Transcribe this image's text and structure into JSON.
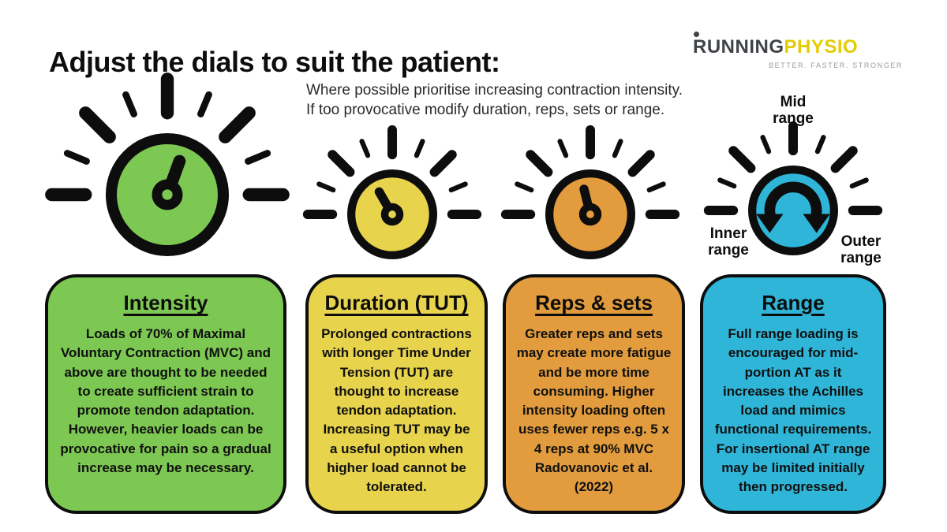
{
  "title": "Adjust the dials to suit the patient:",
  "subtitle": {
    "line1": "Where possible prioritise increasing contraction intensity.",
    "line2": "If too provocative modify duration, reps, sets or range."
  },
  "logo": {
    "brand_part1": "RUNNING",
    "brand_part2": "PHYSIO",
    "tagline": "BETTER. FASTER. STRONGER"
  },
  "palette": {
    "green": "#7CC852",
    "yellow": "#E7D34C",
    "orange": "#E29C3E",
    "blue": "#2FB5D8",
    "ink": "#0D0D0D",
    "logo_gray": "#3F4347",
    "logo_yellow": "#E3CC00",
    "tagline_gray": "#9B9B9B"
  },
  "dials": [
    {
      "name": "intensity-dial",
      "color": "#7CC852",
      "type": "needle",
      "needle_angle_deg_from_vertical": 20
    },
    {
      "name": "duration-dial",
      "color": "#E7D34C",
      "type": "needle",
      "needle_angle_deg_from_vertical": -30
    },
    {
      "name": "reps-sets-dial",
      "color": "#E29C3E",
      "type": "needle",
      "needle_angle_deg_from_vertical": -14
    },
    {
      "name": "range-dial",
      "color": "#2FB5D8",
      "type": "double-arrow"
    }
  ],
  "range_labels": {
    "mid": [
      "Mid",
      "range"
    ],
    "inner": [
      "Inner",
      "range"
    ],
    "outer": [
      "Outer",
      "range"
    ]
  },
  "cards": [
    {
      "heading": "Intensity",
      "color": "#7CC852",
      "body": "Loads of 70% of Maximal Voluntary Contraction (MVC) and above are thought to be needed to create sufficient strain to promote tendon adaptation. However, heavier loads can be provocative for pain so a gradual increase may be necessary."
    },
    {
      "heading": "Duration (TUT)",
      "color": "#E7D34C",
      "body": "Prolonged contractions with longer Time Under Tension (TUT) are thought to increase tendon adaptation. Increasing TUT may be a useful option when higher load cannot be tolerated."
    },
    {
      "heading": "Reps & sets",
      "color": "#E29C3E",
      "body": "Greater reps and sets may create more fatigue and be more time consuming. Higher intensity loading often uses fewer reps e.g. 5 x 4 reps at 90% MVC Radovanovic et al. (2022)"
    },
    {
      "heading": "Range",
      "color": "#2FB5D8",
      "body": "Full range loading is encouraged for mid-portion AT as it increases the Achilles load and mimics functional requirements. For insertional AT range may be limited initially then progressed."
    }
  ]
}
